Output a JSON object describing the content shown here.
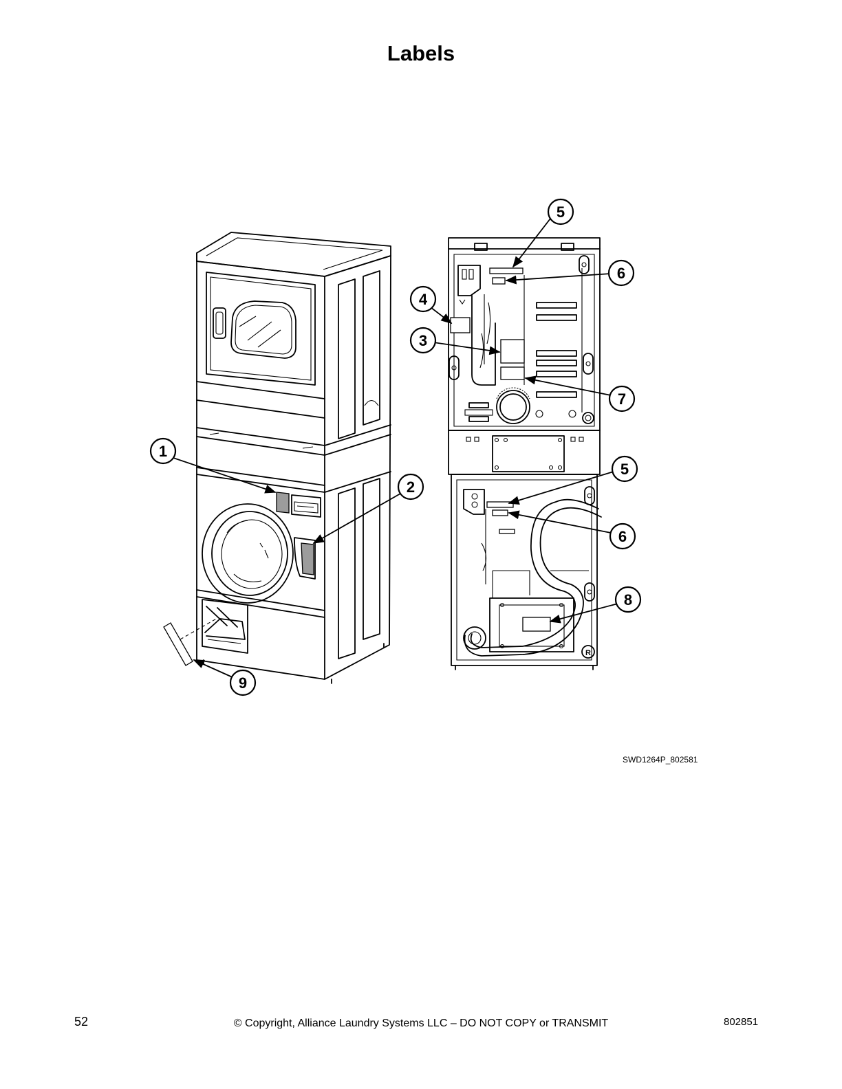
{
  "title": "Labels",
  "figure_id": "SWD1264P_802581",
  "callouts": [
    {
      "label": "1"
    },
    {
      "label": "2"
    },
    {
      "label": "3"
    },
    {
      "label": "4"
    },
    {
      "label": "5"
    },
    {
      "label": "6"
    },
    {
      "label": "7"
    },
    {
      "label": "5"
    },
    {
      "label": "6"
    },
    {
      "label": "8"
    },
    {
      "label": "9"
    }
  ],
  "footer": {
    "page_number": "52",
    "copyright": "© Copyright, Alliance Laundry Systems LLC – DO NOT COPY or TRANSMIT",
    "doc_number": "802851"
  }
}
